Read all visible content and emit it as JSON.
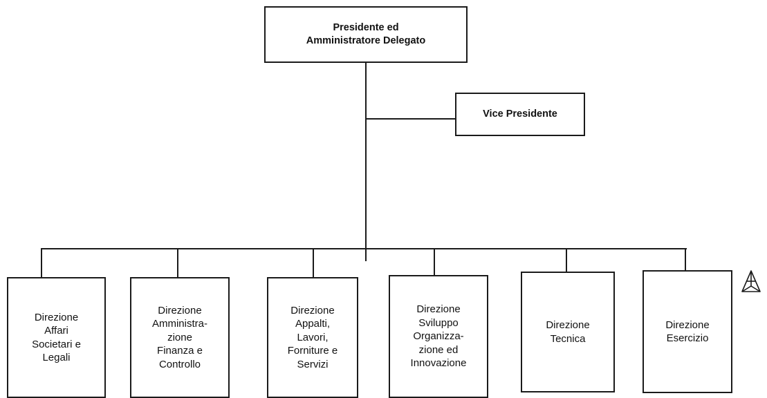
{
  "org_chart": {
    "president": "Presidente ed\nAmministratore Delegato",
    "vice_president": "Vice Presidente",
    "departments": [
      "Direzione\nAffari\nSocietari e\nLegali",
      "Direzione\nAmministra-\nzione\nFinanza e\nControllo",
      "Direzione\nAppalti,\nLavori,\nForniture e\nServizi",
      "Direzione\nSviluppo\nOrganizza-\nzione ed\nInnovazione",
      "Direzione\nTecnica",
      "Direzione\nEsercizio"
    ]
  },
  "colors": {
    "line": "#1a1a1a",
    "background": "#ffffff"
  },
  "icons": {
    "corner_mark": "triangular-logo-icon"
  }
}
